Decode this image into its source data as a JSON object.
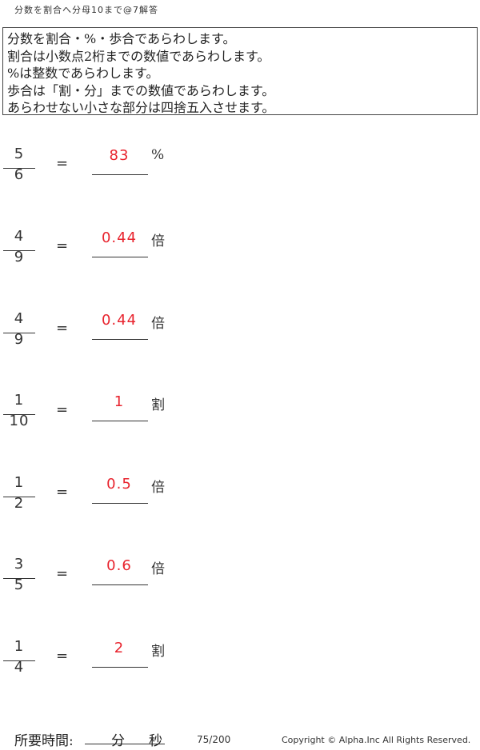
{
  "header": {
    "title": "分数を割合へ分母10まで@7解答"
  },
  "instructions": [
    "分数を割合・%・歩合であらわします。",
    "割合は小数点2桁までの数値であらわします。",
    "%は整数であらわします。",
    "歩合は「割・分」までの数値であらわします。",
    "あらわせない小さな部分は四捨五入させます。"
  ],
  "problems": [
    {
      "numerator": "5",
      "denominator": "6",
      "equals": "=",
      "answer": "83",
      "unit": "%"
    },
    {
      "numerator": "4",
      "denominator": "9",
      "equals": "=",
      "answer": "0.44",
      "unit": "倍"
    },
    {
      "numerator": "4",
      "denominator": "9",
      "equals": "=",
      "answer": "0.44",
      "unit": "倍"
    },
    {
      "numerator": "1",
      "denominator": "10",
      "equals": "=",
      "answer": "1",
      "unit": "割"
    },
    {
      "numerator": "1",
      "denominator": "2",
      "equals": "=",
      "answer": "0.5",
      "unit": "倍"
    },
    {
      "numerator": "3",
      "denominator": "5",
      "equals": "=",
      "answer": "0.6",
      "unit": "倍"
    },
    {
      "numerator": "1",
      "denominator": "4",
      "equals": "=",
      "answer": "2",
      "unit": "割"
    }
  ],
  "footer": {
    "time_label": "所要時間:",
    "minutes_label": "分",
    "seconds_label": "秒",
    "page": "75/200",
    "copyright": "Copyright ©  Alpha.Inc All Rights Reserved."
  },
  "colors": {
    "answer": "#e8242e",
    "text": "#333333"
  }
}
